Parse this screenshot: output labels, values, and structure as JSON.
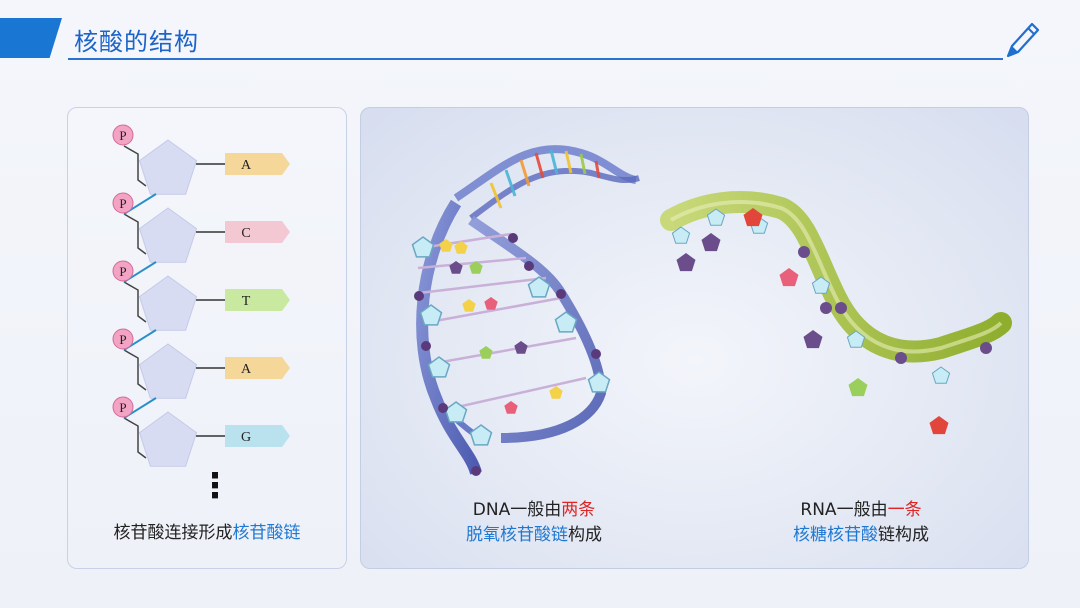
{
  "header": {
    "title": "核酸的结构"
  },
  "left_panel": {
    "nucleotides": [
      {
        "phosphate": "P",
        "base": "A",
        "color": "#f6d79a"
      },
      {
        "phosphate": "P",
        "base": "C",
        "color": "#f3c8d3"
      },
      {
        "phosphate": "P",
        "base": "T",
        "color": "#c9e9a0"
      },
      {
        "phosphate": "P",
        "base": "A",
        "color": "#f6d79a"
      },
      {
        "phosphate": "P",
        "base": "G",
        "color": "#b9e2ee"
      }
    ],
    "ellipsis": "⋮",
    "caption_prefix": "核苷酸连接形成",
    "caption_highlight": "核苷酸链"
  },
  "dna": {
    "line1_prefix": "DNA一般由",
    "line1_highlight": "两条",
    "line2_highlight": "脱氧核苷酸链",
    "line2_suffix": "构成"
  },
  "rna": {
    "line1_prefix": "RNA一般由",
    "line1_highlight": "一条",
    "line2_highlight": "核糖核苷酸",
    "line2_suffix": "链构成"
  },
  "colors": {
    "accent": "#1976d2",
    "highlight_blue": "#1f78d1",
    "highlight_red": "#e02424"
  }
}
